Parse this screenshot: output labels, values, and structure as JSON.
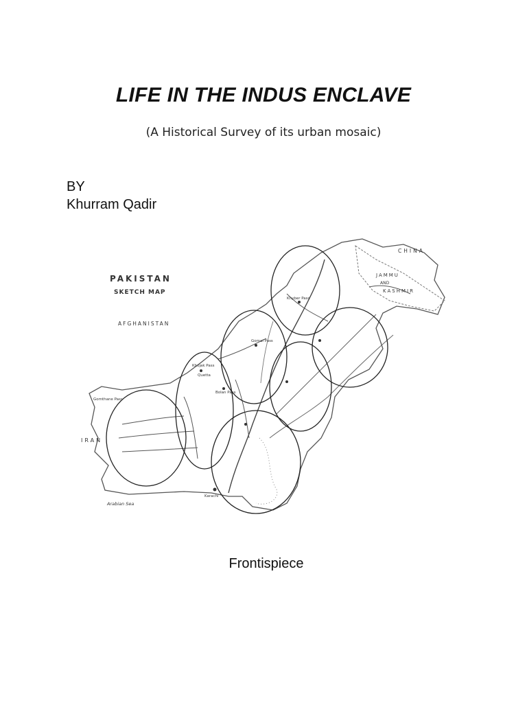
{
  "document": {
    "title": "LIFE IN THE INDUS ENCLAVE",
    "subtitle": "(A Historical Survey of its urban mosaic)",
    "by_label": "BY",
    "author": "Khurram Qadir",
    "caption": "Frontispiece"
  },
  "map": {
    "heading": "PAKISTAN",
    "subheading": "SKETCH MAP",
    "labels": {
      "afghanistan": "AFGHANISTAN",
      "china": "CHINA",
      "iran": "IRAN",
      "jammu": "JAMMU",
      "and": "AND",
      "kashmir": "KASHMIR",
      "arabian_sea": "Arabian Sea",
      "khyber_pass": "Khyber Pass",
      "gomal_pass": "Gomal Pass",
      "bolan_pass": "Bolan Pass",
      "quetta": "Quetta",
      "karachi": "Karachi",
      "gomal_thane_pass": "Gomthane Pass",
      "khojak_pass": "Khojak Pass"
    }
  }
}
